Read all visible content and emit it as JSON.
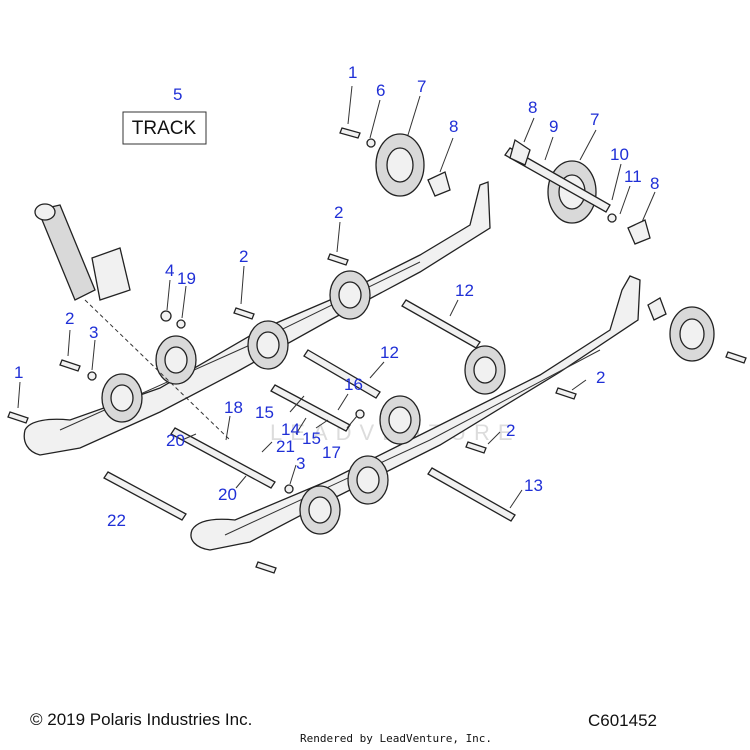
{
  "diagram": {
    "track_label": "TRACK",
    "callouts": [
      "5",
      "1",
      "6",
      "7",
      "8",
      "8",
      "9",
      "7",
      "10",
      "11",
      "8",
      "2",
      "2",
      "4",
      "19",
      "2",
      "3",
      "1",
      "12",
      "12",
      "16",
      "18",
      "15",
      "14",
      "15",
      "21",
      "17",
      "20",
      "3",
      "20",
      "22",
      "2",
      "2",
      "13"
    ]
  },
  "footer": {
    "copyright": "© 2019 Polaris Industries Inc.",
    "figure_code": "C601452",
    "rendered_by": "Rendered by LeadVenture, Inc."
  },
  "watermark": "LEADVENTURE"
}
